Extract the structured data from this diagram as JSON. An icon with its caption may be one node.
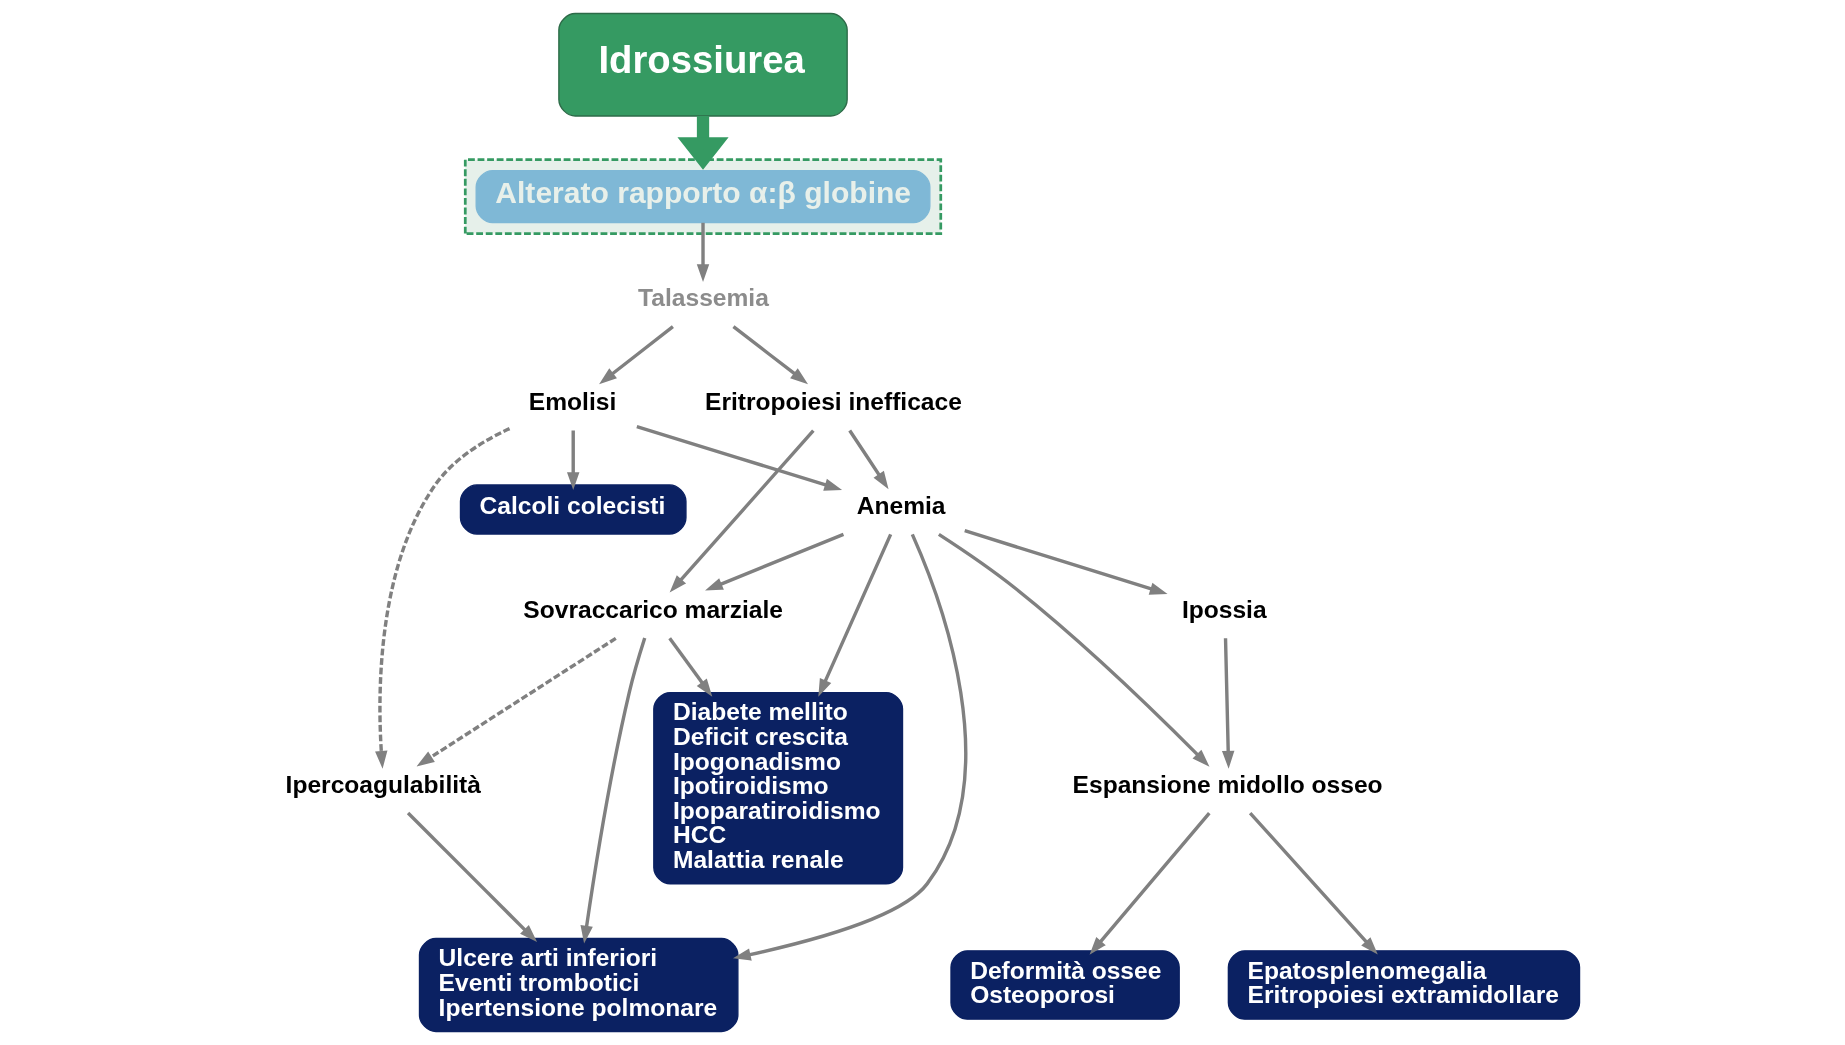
{
  "diagram": {
    "nodes": [
      {
        "text": [],
        "shape": "box"
      },
      {
        "text": [
          "Alterato rapporto α:β globine"
        ],
        "in": 0
      },
      {
        "text": [
          "Idrossiurea"
        ]
      },
      {
        "text": [
          "Talassemia"
        ]
      },
      {
        "text": [
          "Eritropoiesi inefficace"
        ]
      },
      {
        "text": [
          "Emolisi"
        ]
      },
      {
        "text": [
          "Calcoli colecisti"
        ]
      },
      {
        "text": [
          "Sovraccarico marziale"
        ]
      },
      {
        "text": [
          "Anemia"
        ]
      },
      {
        "text": [
          "Ipossia"
        ]
      },
      {
        "text": [
          "Espansione midollo osseo"
        ]
      },
      {
        "text": [
          "Ipercoagulabilità"
        ]
      },
      {
        "text": [
          "Diabete mellito",
          "Deficit crescita",
          "Ipogonadismo",
          "Ipotiroidismo",
          "Ipoparatiroidismo",
          "HCC",
          "Malattia renale"
        ]
      },
      {
        "text": [
          "Ulcere arti inferiori",
          "Eventi trombotici",
          "Ipertensione polmonare"
        ]
      },
      {
        "text": [
          "Deformità ossee",
          "Osteoporosi"
        ]
      },
      {
        "text": [
          "Epatosplenomegalia",
          "Eritropoiesi extramidollare"
        ]
      }
    ],
    "edges": [
      {
        "from": 1,
        "to": 3,
        "arrow": "to"
      },
      {
        "from": 2,
        "to": 0,
        "arrow": "to",
        "style": "thick",
        "color": "#359a62"
      },
      {
        "from": 3,
        "to": 4,
        "arrow": "to"
      },
      {
        "from": 3,
        "to": 5,
        "arrow": "to"
      },
      {
        "from": 5,
        "to": 6,
        "arrow": "to"
      },
      {
        "from": 5,
        "to": 8,
        "arrow": "to"
      },
      {
        "from": 4,
        "to": 7,
        "arrow": "to"
      },
      {
        "from": 4,
        "to": 8,
        "arrow": "to"
      },
      {
        "from": 8,
        "to": 7,
        "arrow": "to"
      },
      {
        "from": 7,
        "to": 11,
        "arrow": "to",
        "style": "dashed"
      },
      {
        "from": 5,
        "to": 11,
        "arrow": "to",
        "style": "dashed"
      },
      {
        "from": 7,
        "to": 12,
        "arrow": "to"
      },
      {
        "from": 7,
        "to": 13,
        "arrow": "to"
      },
      {
        "from": 8,
        "to": 12,
        "arrow": "to"
      },
      {
        "from": 8,
        "to": 13,
        "arrow": "to"
      },
      {
        "from": 11,
        "to": 13,
        "arrow": "to"
      },
      {
        "from": 8,
        "to": 10,
        "arrow": "to"
      },
      {
        "from": 8,
        "to": 9,
        "arrow": "to"
      },
      {
        "from": 9,
        "to": 10,
        "arrow": "to"
      },
      {
        "from": 10,
        "to": 14,
        "arrow": "to"
      },
      {
        "from": 10,
        "to": 15,
        "arrow": "to"
      }
    ]
  }
}
